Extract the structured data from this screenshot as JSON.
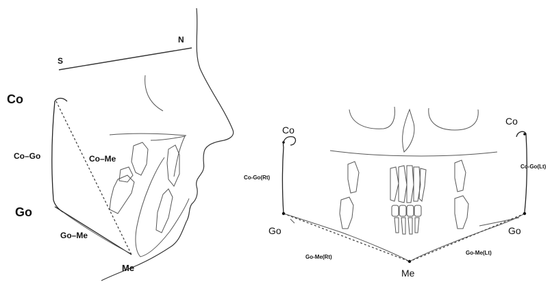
{
  "lateral": {
    "label_s": "S",
    "label_n": "N",
    "label_co": "Co",
    "label_go": "Go",
    "label_me": "Me",
    "label_co_go": "Co–Go",
    "label_co_me": "Co–Me",
    "label_go_me": "Go–Me"
  },
  "frontal": {
    "label_co_left": "Co",
    "label_co_right": "Co",
    "label_go_left": "Go",
    "label_go_right": "Go",
    "label_me": "Me",
    "label_co_go_rt": "Co-Go(Rt)",
    "label_co_go_lt": "Co-Go(Lt)",
    "label_go_me_rt": "Go-Me(Rt)",
    "label_go_me_lt": "Go-Me(Lt)"
  }
}
